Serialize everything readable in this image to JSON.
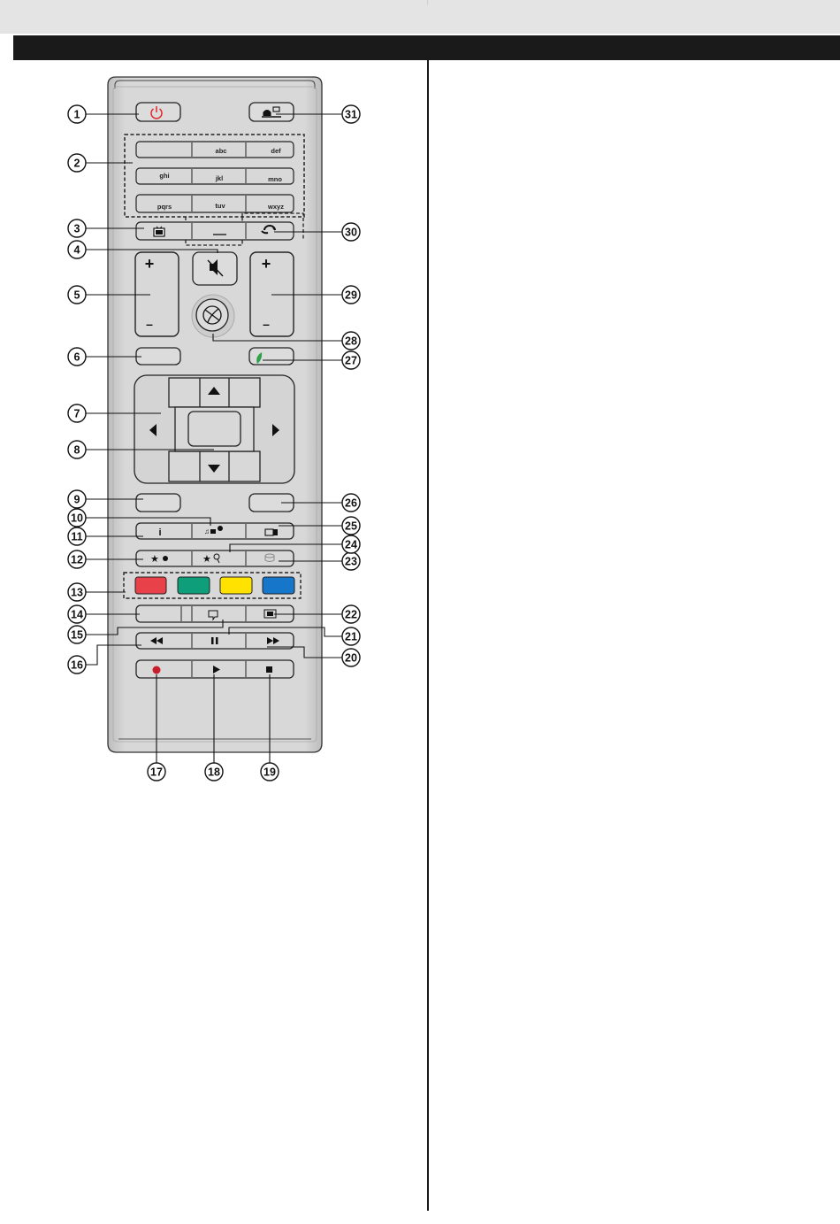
{
  "keypad": {
    "row1": [
      "",
      "abc",
      "def"
    ],
    "row2": [
      "ghi",
      "jkl",
      "mno"
    ],
    "row3": [
      "pqrs",
      "tuv",
      "wxyz"
    ]
  },
  "buttons": {
    "volume_plus": "+",
    "volume_minus": "–",
    "program_plus": "+",
    "program_minus": "–",
    "info": "i"
  },
  "colors": {
    "red": "#e8414a",
    "green": "#0f9e7a",
    "yellow": "#ffe200",
    "blue": "#1676c9",
    "record": "#c81e2c",
    "power": "#e2272e",
    "netflix_leaf": "#2ea24a"
  },
  "callouts": [
    "1",
    "2",
    "3",
    "4",
    "5",
    "6",
    "7",
    "8",
    "9",
    "10",
    "11",
    "12",
    "13",
    "14",
    "15",
    "16",
    "17",
    "18",
    "19",
    "20",
    "21",
    "22",
    "23",
    "24",
    "25",
    "26",
    "27",
    "28",
    "29",
    "30",
    "31"
  ]
}
